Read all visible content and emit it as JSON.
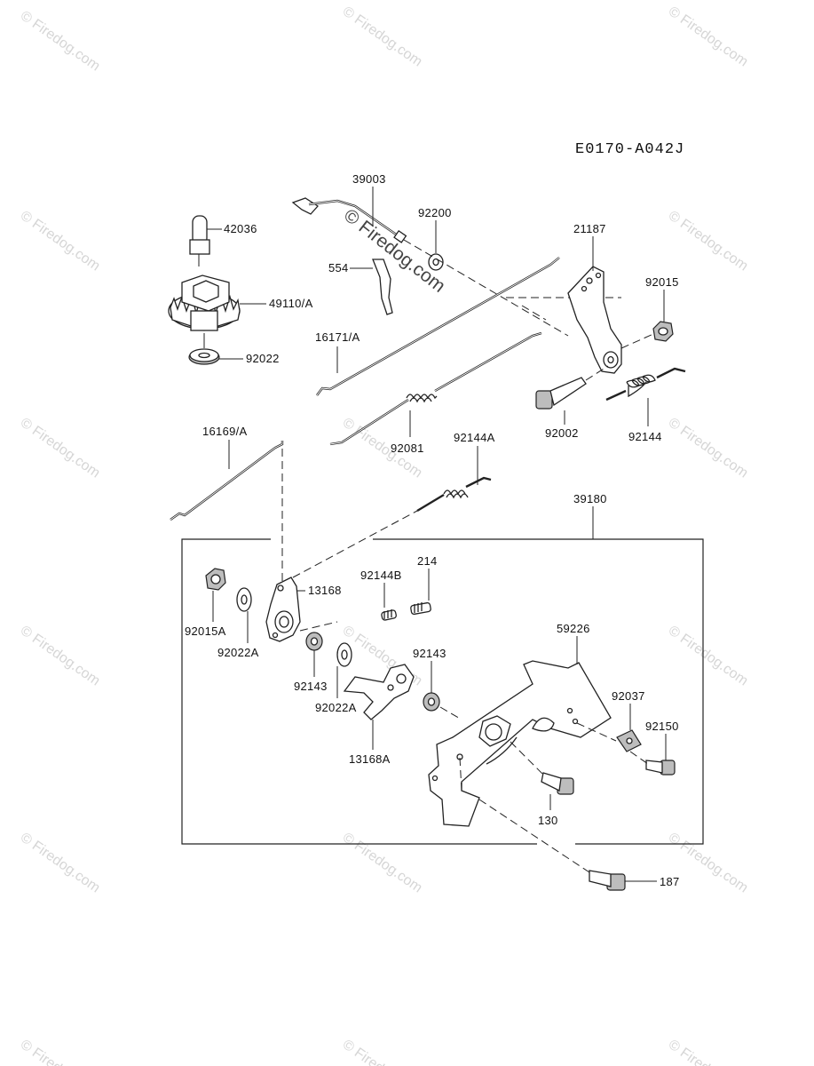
{
  "diagram": {
    "code": "E0170-A042J",
    "watermark_small": "© Firedog.com",
    "watermark_center": "© Firedog.com",
    "assembly_label": "39180",
    "parts": [
      {
        "id": "p1",
        "label": "39003"
      },
      {
        "id": "p2",
        "label": "42036"
      },
      {
        "id": "p3",
        "label": "92200"
      },
      {
        "id": "p4",
        "label": "21187"
      },
      {
        "id": "p5",
        "label": "554"
      },
      {
        "id": "p6",
        "label": "49110/A"
      },
      {
        "id": "p7",
        "label": "92015"
      },
      {
        "id": "p8",
        "label": "16171/A"
      },
      {
        "id": "p9",
        "label": "92022"
      },
      {
        "id": "p10",
        "label": "92081"
      },
      {
        "id": "p11",
        "label": "92002"
      },
      {
        "id": "p12",
        "label": "92144"
      },
      {
        "id": "p13",
        "label": "16169/A"
      },
      {
        "id": "p14",
        "label": "92144A"
      },
      {
        "id": "p15",
        "label": "39180"
      },
      {
        "id": "p16",
        "label": "13168"
      },
      {
        "id": "p17",
        "label": "92144B"
      },
      {
        "id": "p18",
        "label": "214"
      },
      {
        "id": "p19",
        "label": "92015A"
      },
      {
        "id": "p20",
        "label": "92022A"
      },
      {
        "id": "p21",
        "label": "59226"
      },
      {
        "id": "p22",
        "label": "92143"
      },
      {
        "id": "p23",
        "label": "92143"
      },
      {
        "id": "p24",
        "label": "92022A"
      },
      {
        "id": "p25",
        "label": "92037"
      },
      {
        "id": "p26",
        "label": "92150"
      },
      {
        "id": "p27",
        "label": "13168A"
      },
      {
        "id": "p28",
        "label": "130"
      },
      {
        "id": "p29",
        "label": "187"
      }
    ]
  }
}
